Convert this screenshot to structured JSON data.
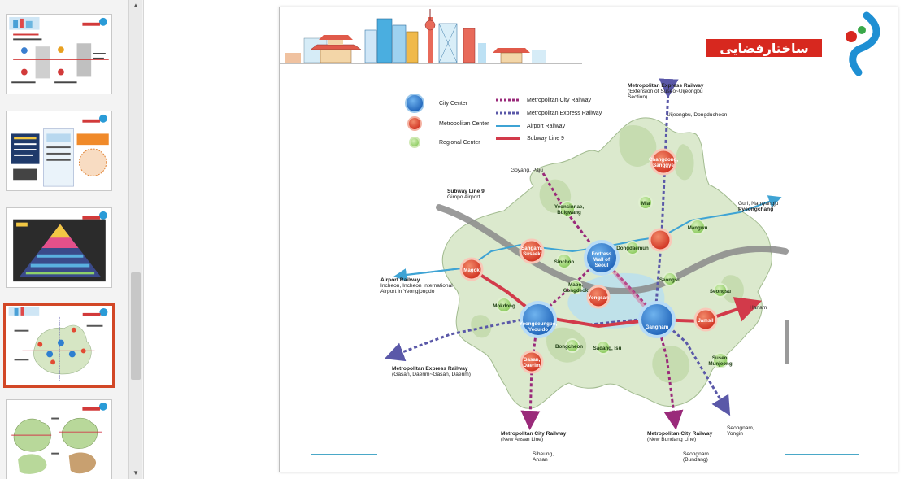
{
  "logo": {
    "brand_text": "ساختارفضایی"
  },
  "legend": {
    "city_center": "City Center",
    "metropolitan_center": "Metropolitan Center",
    "regional_center": "Regional Center",
    "metro_city_railway": "Metropolitan City Railway",
    "metro_express_railway": "Metropolitan Express Railway",
    "airport_railway": "Airport Railway",
    "subway_line9": "Subway Line 9"
  },
  "map": {
    "city_centers": {
      "fortress": [
        "Fortress",
        "Wall of",
        "Seoul"
      ],
      "yeongdeungpo": [
        "Yeongdeungpo,",
        "Yeouido"
      ],
      "gangnam": [
        "Gangnam"
      ]
    },
    "metro_centers": {
      "changdong": [
        "Changdong,",
        "Sanggye"
      ],
      "sangam": [
        "Sangam,",
        "Susaek"
      ],
      "magok": [
        "Magok"
      ],
      "yongsan": [
        "Yongsan"
      ],
      "gasan": [
        "Gasan,",
        "Daerim"
      ],
      "jamsil": [
        "Jamsil"
      ]
    },
    "regional_centers": {
      "mia": "Mia",
      "yeonsinnae": [
        "Yeonsinnae,",
        "Bulgwang"
      ],
      "sinchon": "Sinchon",
      "dongdaemun": "Dongdaemun",
      "mangwu": "Mangwu",
      "mapo": [
        "Mapo,",
        "Gongdeok"
      ],
      "seongsu": "Seongsu",
      "cheonho": "Seongsu",
      "mokdong": "Mokdong",
      "bongcheon": "Bongcheon",
      "sadang": "Sadang, Isu",
      "suseo": [
        "Suseo,",
        "Munjeong"
      ]
    },
    "labels": {
      "express_north_title": "Metropolitan Express Railway",
      "express_north_sub1": "(Extension of Suseo~Uijeongbu",
      "express_north_sub2": "Section)",
      "uijeongbu": "Uijeongbu, Dongducheon",
      "goyang": "Goyang, Paju",
      "subway9_title": "Subway Line 9",
      "subway9_sub": "Gimpo Airport",
      "guri": "Guri, Namyangju",
      "pyeongchang": "Pyeongchang",
      "airport_title": "Airport Railway",
      "airport_sub1": "Incheon, Incheon International",
      "airport_sub2": "Airport in Yeongjongdo",
      "hanam": "Hanam",
      "express_sw_title": "Metropolitan Express Railway",
      "express_sw_sub": "(Gasan, Daerim~Gasan, Daerim)",
      "city_rail_sw_title": "Metropolitan City Railway",
      "city_rail_sw_sub": "(New Ansan Line)",
      "siheung": "Siheung,",
      "ansan": "Ansan",
      "city_rail_se_title": "Metropolitan City Railway",
      "city_rail_se_sub": "(New Bundang Line)",
      "seongnam_yongin1": "Seongnam,",
      "seongnam_yongin2": "Yongin",
      "seongnam_bundang1": "Seongnam",
      "seongnam_bundang2": "(Bundang)"
    }
  },
  "colors": {
    "selected_border": "#d24726",
    "city_center": "#2f7fd0",
    "metro_center": "#e24a33",
    "regional_center": "#8fcf5a",
    "city_railway": "#9a2a7a",
    "express_railway": "#5a58a8",
    "airport_railway": "#3ea3d4",
    "subway_line9": "#d23a4a"
  }
}
